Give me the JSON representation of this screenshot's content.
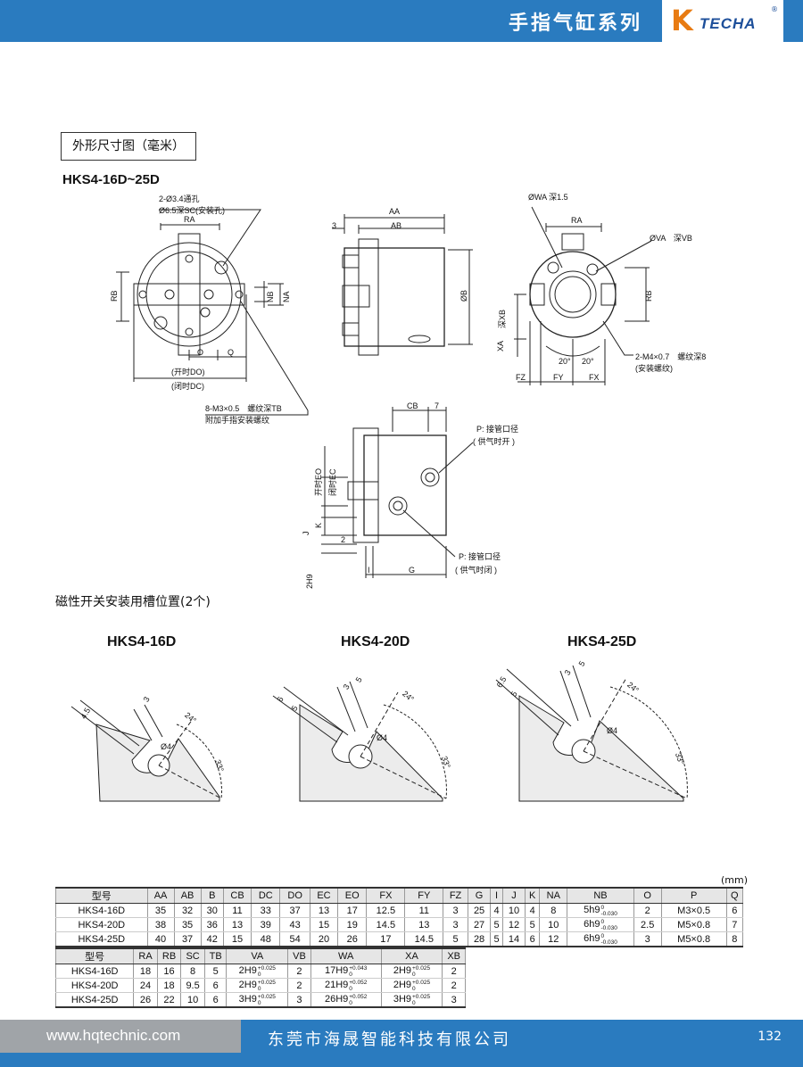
{
  "header": {
    "title": "手指气缸系列",
    "logo_k": "K",
    "logo_text": "TECHA",
    "logo_reg": "®"
  },
  "section_label": "外形尺寸图（毫米）",
  "model_range": "HKS4-16D~25D",
  "drawing_labels": {
    "hole1": "2-Ø3.4通孔",
    "hole2": "Ø6.5深SC(安装孔)",
    "ra": "RA",
    "rb": "RB",
    "nb": "NB",
    "na": "NA",
    "o": "O",
    "q": "Q",
    "do": "(开时DO)",
    "dc": "(闭时DC)",
    "thread": "8-M3×0.5　螺纹深TB",
    "thread_note": "附加手指安装螺纹",
    "aa": "AA",
    "ab": "AB",
    "three": "3",
    "b": "ØB",
    "wa": "ØWA 深1.5",
    "va": "ØVA　深VB",
    "xa": "XA",
    "xb": "深XB",
    "fz": "FZ",
    "fy": "FY",
    "fx": "FX",
    "deg20a": "20°",
    "deg20b": "20°",
    "m4": "2-M4×0.7　螺纹深8",
    "m4_note": "(安装螺纹)",
    "cb": "CB",
    "seven": "7",
    "p_open": "P: 接管口径",
    "p_open_note": "( 供气时开 )",
    "p_close": "P: 接管口径",
    "p_close_note": "( 供气时闭 )",
    "eo": "开时EO",
    "ec": "闭时EC",
    "j": "J",
    "k": "K",
    "two": "2",
    "i": "I",
    "g": "G",
    "h9": "2H9"
  },
  "slot_heading": "磁性开关安装用槽位置(2个)",
  "slots": [
    {
      "title": "HKS4-16D",
      "a": "4.5",
      "b": "3",
      "angle1": "24°",
      "angle2": "33°",
      "dia": "Ø4"
    },
    {
      "title": "HKS4-20D",
      "a": "6",
      "a2": "5",
      "b": "3",
      "b2": "5",
      "angle1": "24°",
      "angle2": "33°",
      "dia": "Ø4"
    },
    {
      "title": "HKS4-25D",
      "a": "6.5",
      "a2": "5",
      "b": "3",
      "b2": "5",
      "angle1": "24°",
      "angle2": "33°",
      "dia": "Ø4"
    }
  ],
  "unit": "(mm)",
  "table1": {
    "headers": [
      "型号",
      "AA",
      "AB",
      "B",
      "CB",
      "DC",
      "DO",
      "EC",
      "EO",
      "FX",
      "FY",
      "FZ",
      "G",
      "I",
      "J",
      "K",
      "NA",
      "NB",
      "O",
      "P",
      "Q"
    ],
    "rows": [
      [
        "HKS4-16D",
        "35",
        "32",
        "30",
        "11",
        "33",
        "37",
        "13",
        "17",
        "12.5",
        "11",
        "3",
        "25",
        "4",
        "10",
        "4",
        "8",
        "5h9",
        "2",
        "M3×0.5",
        "6"
      ],
      [
        "HKS4-20D",
        "38",
        "35",
        "36",
        "13",
        "39",
        "43",
        "15",
        "19",
        "14.5",
        "13",
        "3",
        "27",
        "5",
        "12",
        "5",
        "10",
        "6h9",
        "2.5",
        "M5×0.8",
        "7"
      ],
      [
        "HKS4-25D",
        "40",
        "37",
        "42",
        "15",
        "48",
        "54",
        "20",
        "26",
        "17",
        "14.5",
        "5",
        "28",
        "5",
        "14",
        "6",
        "12",
        "6h9",
        "3",
        "M5×0.8",
        "8"
      ]
    ],
    "nb_tol_upper": "0",
    "nb_tol_lower": "-0.030"
  },
  "table2": {
    "headers": [
      "型号",
      "RA",
      "RB",
      "SC",
      "TB",
      "VA",
      "VB",
      "WA",
      "XA",
      "XB"
    ],
    "rows": [
      [
        "HKS4-16D",
        "18",
        "16",
        "8",
        "5",
        "2H9",
        "2",
        "17H9",
        "2H9",
        "2"
      ],
      [
        "HKS4-20D",
        "24",
        "18",
        "9.5",
        "6",
        "2H9",
        "2",
        "21H9",
        "2H9",
        "2"
      ],
      [
        "HKS4-25D",
        "26",
        "22",
        "10",
        "6",
        "3H9",
        "3",
        "26H9",
        "3H9",
        "3"
      ]
    ],
    "va_tol": [
      "+0.025",
      "+0.025",
      "+0.025"
    ],
    "wa_tol": [
      "+0.043",
      "+0.052",
      "+0.052"
    ],
    "xa_tol": [
      "+0.025",
      "+0.025",
      "+0.025"
    ],
    "tol_lower": "0"
  },
  "footer": {
    "url": "www.hqtechnic.com",
    "company": "东莞市海晟智能科技有限公司",
    "page": "132"
  }
}
